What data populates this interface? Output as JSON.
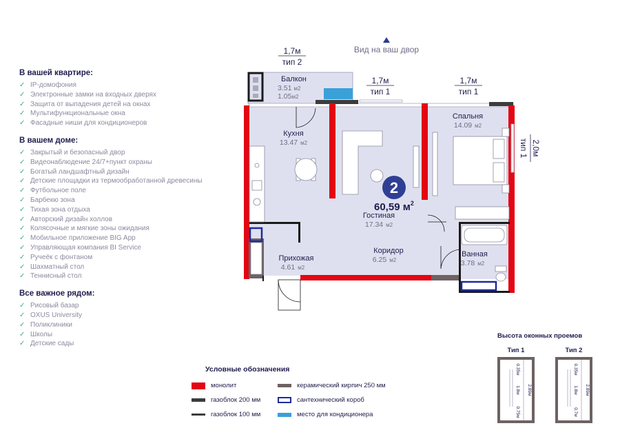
{
  "features": {
    "sections": [
      {
        "title": "В вашей квартире:",
        "items": [
          "IP-домофония",
          "Электронные замки на входных дверях",
          "Защита от выпадения детей на окнах",
          "Мультифункциональные окна",
          "Фасадные ниши для кондиционеров"
        ]
      },
      {
        "title": "В вашем доме:",
        "items": [
          "Закрытый и безопасный двор",
          "Видеонаблюдение 24/7+пункт охраны",
          "Богатый ландшафтный дизайн",
          "Детские площадки из термообработанной древесины",
          "Футбольное поле",
          "Барбекю зона",
          "Тихая зона отдыха",
          "Авторский дизайн холлов",
          "Колясочные и мягкие зоны ожидания",
          "Мобильное приложение BIG App",
          "Управляющая компания BI Service",
          "Ручеёк с фонтаном",
          "Шахматный стол",
          "Теннисный стол"
        ]
      },
      {
        "title": "Все важное рядом:",
        "items": [
          "Рисовый базар",
          "OXUS University",
          "Поликлиники",
          "Школы",
          "Детские сады"
        ]
      }
    ]
  },
  "plan": {
    "view": "Вид на ваш двор",
    "window_dims": [
      {
        "size": "1,7м",
        "type": "тип 2"
      },
      {
        "size": "1,7м",
        "type": "тип 1"
      },
      {
        "size": "1,7м",
        "type": "тип 1"
      },
      {
        "size": "2,0м",
        "type": "тип 1"
      }
    ],
    "rooms": [
      {
        "name": "Балкон",
        "area": "3.51",
        "area2": "1.05",
        "unit": "м2"
      },
      {
        "name": "Кухня",
        "area": "13.47",
        "unit": "м2"
      },
      {
        "name": "Спальня",
        "area": "14.09",
        "unit": "м2"
      },
      {
        "name": "Гостиная",
        "area": "17.34",
        "unit": "м2"
      },
      {
        "name": "Прихожая",
        "area": "4.61",
        "unit": "м2"
      },
      {
        "name": "Коридор",
        "area": "6.25",
        "unit": "м2"
      },
      {
        "name": "Ванная",
        "area": "3.78",
        "unit": "м2"
      }
    ],
    "rooms_count": "2",
    "total_area": "60,59 м",
    "total_unit_sup": "2"
  },
  "legend": {
    "title": "Условные обозначения",
    "items": [
      {
        "label": "монолит",
        "color": "#e30613"
      },
      {
        "label": "керамический кирпич 250 мм",
        "color": "#6e6262"
      },
      {
        "label": "газоблок 200 мм",
        "color": "#3c3c3c"
      },
      {
        "label": "сантехнический короб",
        "color": "#1d2a9c"
      },
      {
        "label": "газоблок 100 мм",
        "color": "#3c3c3c"
      },
      {
        "label": "место для кондиционера",
        "color": "#3aa0d8"
      }
    ]
  },
  "windows": {
    "title": "Высота оконных проемов",
    "types": [
      {
        "label": "Тип 1",
        "dims": [
          "0.35м",
          "1.8м",
          "0.75м"
        ],
        "total": "2.89м"
      },
      {
        "label": "Тип 2",
        "dims": [
          "0.35м",
          "1.8м",
          "0.7м"
        ],
        "total": "2.89м"
      }
    ]
  },
  "colors": {
    "accent": "#23204f",
    "floor": "#dfe0ef",
    "monolith": "#e30613",
    "check": "#3fae7a"
  }
}
